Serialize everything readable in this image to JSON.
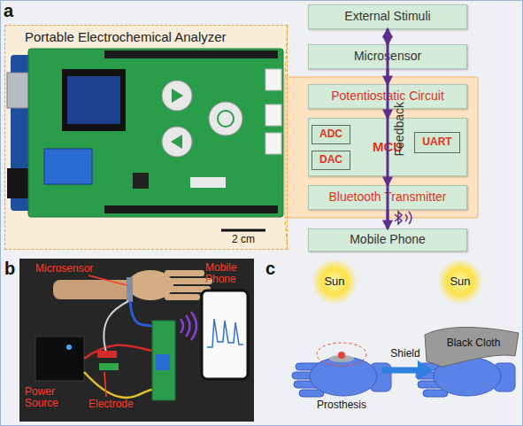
{
  "diagram": {
    "nodes": [
      {
        "text": [
          "Portable Electrochemical Analyzer"
        ]
      },
      {
        "text": [
          "External Stimuli"
        ]
      },
      {
        "text": [
          "Microsensor"
        ]
      },
      {
        "text": [
          "Potentiostatic Circuit"
        ]
      },
      {
        "text": [
          "MCU"
        ]
      },
      {
        "text": [
          "ADC"
        ],
        "in": 4
      },
      {
        "text": [
          "DAC"
        ],
        "in": 4
      },
      {
        "text": [
          "UART"
        ],
        "in": 4
      },
      {
        "text": [
          "Bluetooth Transmitter"
        ]
      },
      {
        "text": [
          "Mobile Phone"
        ]
      }
    ],
    "edges": [
      {
        "from": 1,
        "to": 2,
        "arrow": "to"
      },
      {
        "from": 2,
        "to": 3,
        "arrow": "to"
      },
      {
        "from": 3,
        "to": 4,
        "arrow": "to"
      },
      {
        "from": 4,
        "to": 8,
        "arrow": "to"
      },
      {
        "from": 8,
        "to": 9,
        "arrow": "to"
      },
      {
        "from": 9,
        "to": 1,
        "label": "Feedback",
        "arrow": "to"
      }
    ],
    "labels": [
      "a",
      "2 cm",
      "b",
      "Microsensor",
      "Mobile Phone",
      "Power Source",
      "Electrode",
      "c",
      "Sun",
      "Sun",
      "Prosthesis",
      "Shield",
      "Black Cloth"
    ]
  }
}
